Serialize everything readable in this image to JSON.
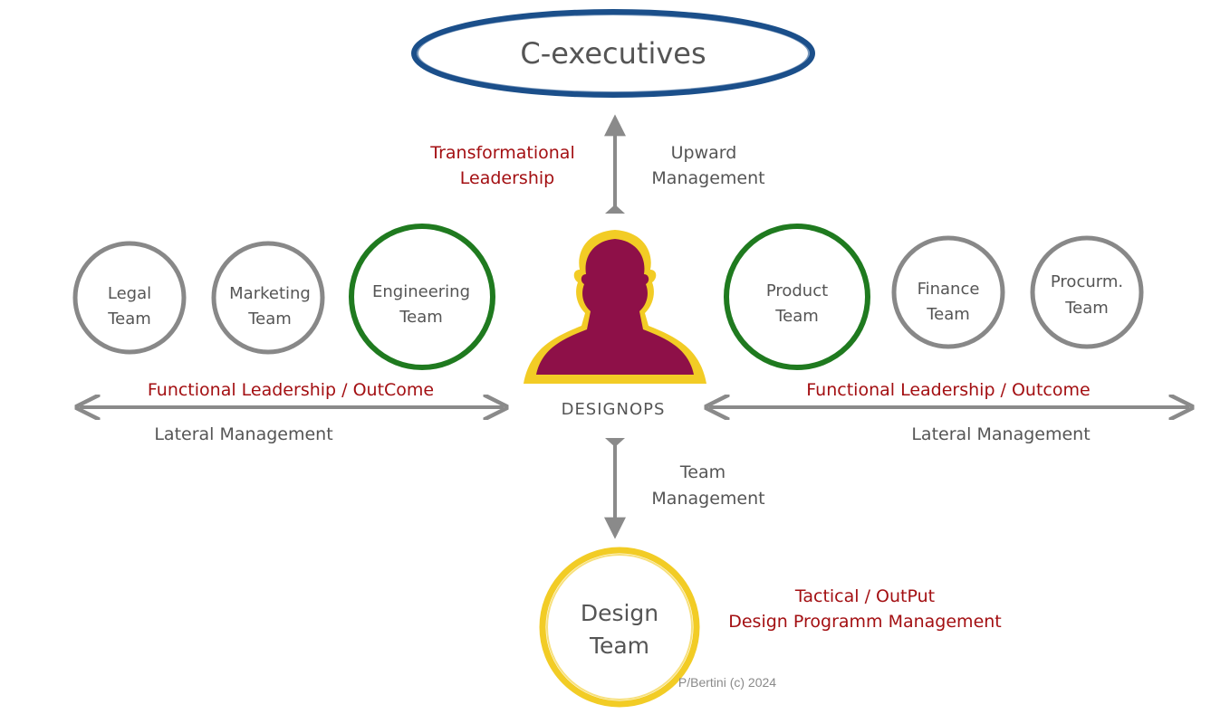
{
  "top_node": {
    "label": "C-executives"
  },
  "upward": {
    "leadership": [
      "Transformational",
      "Leadership"
    ],
    "management": [
      "Upward",
      "Management"
    ]
  },
  "center": {
    "label": "DESIGNOPS"
  },
  "left_teams": [
    {
      "lines": [
        "Legal",
        "Team"
      ],
      "ring": "gray"
    },
    {
      "lines": [
        "Marketing",
        "Team"
      ],
      "ring": "gray"
    },
    {
      "lines": [
        "Engineering",
        "Team"
      ],
      "ring": "green"
    }
  ],
  "right_teams": [
    {
      "lines": [
        "Product",
        "Team"
      ],
      "ring": "green"
    },
    {
      "lines": [
        "Finance",
        "Team"
      ],
      "ring": "gray"
    },
    {
      "lines": [
        "Procurm.",
        "Team"
      ],
      "ring": "gray"
    }
  ],
  "lateral_left": {
    "leadership": "Functional Leadership / OutCome",
    "management": "Lateral Management"
  },
  "lateral_right": {
    "leadership": "Functional Leadership / Outcome",
    "management": "Lateral Management"
  },
  "downward": {
    "management": [
      "Team",
      "Management"
    ]
  },
  "bottom_node": {
    "lines": [
      "Design",
      "Team"
    ]
  },
  "tactical": [
    "Tactical / OutPut",
    "Design Programm Management"
  ],
  "credit": "P/Bertini (c) 2024",
  "colors": {
    "executive_ring": "#1b4f8a",
    "gray_ring": "#888888",
    "green_ring": "#1f7a1f",
    "yellow_ring": "#f2cc25",
    "person_fill": "#8e1048",
    "person_glow": "#f2cc25",
    "arrow": "#8a8a8a",
    "leadership_text": "#a30f12",
    "body_text": "#555555"
  }
}
